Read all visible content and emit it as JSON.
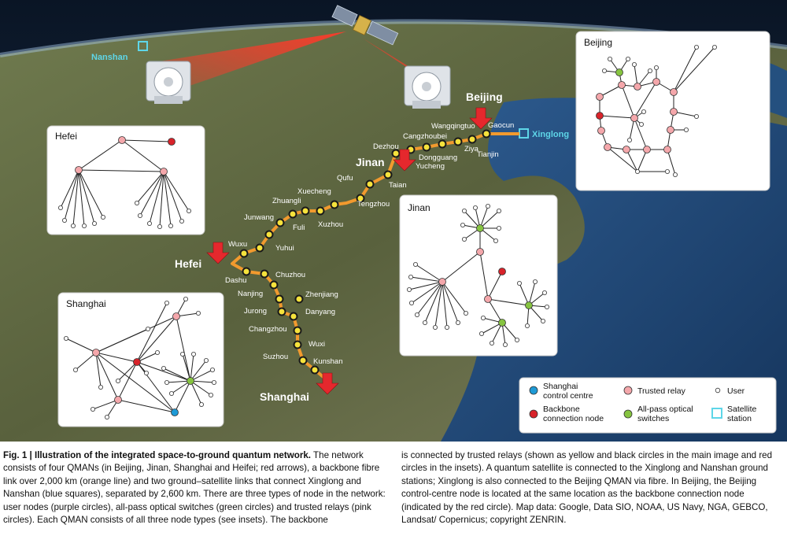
{
  "qmans": [
    "Beijing",
    "Jinan",
    "Hefei",
    "Shanghai"
  ],
  "stations": [
    "Nanshan",
    "Xinglong"
  ],
  "backbone_nodes": [
    "Gaocun",
    "Wangqingtuo",
    "Cangzhoubei",
    "Ziya",
    "Tianjin",
    "Dongguang",
    "Dezhou",
    "Yucheng",
    "Taian",
    "Qufu",
    "Tengzhou",
    "Xuecheng",
    "Zhuangli",
    "Junwang",
    "Fuli",
    "Xuzhou",
    "Wuxu",
    "Yuhui",
    "Dashu",
    "Chuzhou",
    "Nanjing",
    "Zhenjiang",
    "Jurong",
    "Danyang",
    "Changzhou",
    "Wuxi",
    "Suzhou",
    "Kunshan"
  ],
  "insets": {
    "hefei": {
      "title": "Hefei"
    },
    "beijing": {
      "title": "Beijing"
    },
    "jinan": {
      "title": "Jinan"
    },
    "shanghai": {
      "title": "Shanghai"
    }
  },
  "legend": {
    "shanghai_control": "Shanghai control centre",
    "trusted_relay": "Trusted relay",
    "user": "User",
    "backbone_connection": "Backbone connection node",
    "optical_switches": "All-pass optical switches",
    "satellite_station": "Satellite station"
  },
  "colors": {
    "trusted_relay": "#f4a7ab",
    "backbone_connection": "#d8232a",
    "optical_switch": "#86c440",
    "control_centre": "#1e9ad6",
    "satellite_station": "#5ed6e8",
    "backbone_fibre": "#f29a2e",
    "qman_arrow": "#e5282d"
  },
  "caption": {
    "fig_label": "Fig. 1 |",
    "title": "Illustration of the integrated space-to-ground quantum network.",
    "body_left": "The network consists of four QMANs (in Beijing, Jinan, Shanghai and Heifei; red arrows), a backbone fibre link over 2,000 km (orange line) and two ground–satellite links that connect Xinglong and Nanshan (blue squares), separated by 2,600 km. There are three types of node in the network: user nodes (purple circles), all-pass optical switches (green circles) and trusted relays (pink circles). Each QMAN consists of all three node types (see insets). The backbone",
    "body_right": "is connected by trusted relays (shown as yellow and black circles in the main image and red circles in the insets). A quantum satellite is connected to the Xinglong and Nanshan ground stations; Xinglong is also connected to the Beijing QMAN via fibre. In Beijing, the Beijing control-centre node is located at the same location as the backbone connection node (indicated by the red circle). Map data: Google, Data SIO, NOAA, US Navy, NGA, GEBCO, Landsat/ Copernicus; copyright ZENRIN."
  }
}
